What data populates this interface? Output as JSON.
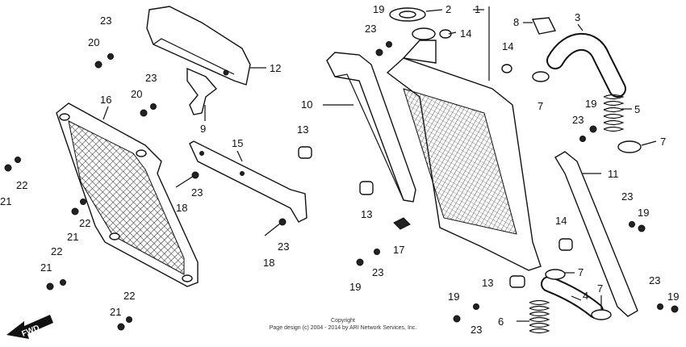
{
  "diagram": {
    "callouts": [
      {
        "id": "c1",
        "text": "1"
      },
      {
        "id": "c2",
        "text": "2"
      },
      {
        "id": "c3",
        "text": "3"
      },
      {
        "id": "c4",
        "text": "4"
      },
      {
        "id": "c5",
        "text": "5"
      },
      {
        "id": "c6",
        "text": "6"
      },
      {
        "id": "c7a",
        "text": "7"
      },
      {
        "id": "c7b",
        "text": "7"
      },
      {
        "id": "c7c",
        "text": "7"
      },
      {
        "id": "c7d",
        "text": "7"
      },
      {
        "id": "c8",
        "text": "8"
      },
      {
        "id": "c9",
        "text": "9"
      },
      {
        "id": "c10",
        "text": "10"
      },
      {
        "id": "c11",
        "text": "11"
      },
      {
        "id": "c12",
        "text": "12"
      },
      {
        "id": "c13a",
        "text": "13"
      },
      {
        "id": "c13b",
        "text": "13"
      },
      {
        "id": "c13c",
        "text": "13"
      },
      {
        "id": "c14a",
        "text": "14"
      },
      {
        "id": "c14b",
        "text": "14"
      },
      {
        "id": "c14c",
        "text": "14"
      },
      {
        "id": "c15",
        "text": "15"
      },
      {
        "id": "c16",
        "text": "16"
      },
      {
        "id": "c17",
        "text": "17"
      },
      {
        "id": "c18a",
        "text": "18"
      },
      {
        "id": "c18b",
        "text": "18"
      },
      {
        "id": "c19a",
        "text": "19"
      },
      {
        "id": "c19b",
        "text": "19"
      },
      {
        "id": "c19c",
        "text": "19"
      },
      {
        "id": "c19d",
        "text": "19"
      },
      {
        "id": "c19e",
        "text": "19"
      },
      {
        "id": "c19f",
        "text": "19"
      },
      {
        "id": "c20a",
        "text": "20"
      },
      {
        "id": "c20b",
        "text": "20"
      },
      {
        "id": "c21a",
        "text": "21"
      },
      {
        "id": "c21b",
        "text": "21"
      },
      {
        "id": "c21c",
        "text": "21"
      },
      {
        "id": "c21d",
        "text": "21"
      },
      {
        "id": "c22a",
        "text": "22"
      },
      {
        "id": "c22b",
        "text": "22"
      },
      {
        "id": "c22c",
        "text": "22"
      },
      {
        "id": "c22d",
        "text": "22"
      },
      {
        "id": "c23a",
        "text": "23"
      },
      {
        "id": "c23b",
        "text": "23"
      },
      {
        "id": "c23c",
        "text": "23"
      },
      {
        "id": "c23d",
        "text": "23"
      },
      {
        "id": "c23e",
        "text": "23"
      },
      {
        "id": "c23f",
        "text": "23"
      },
      {
        "id": "c23g",
        "text": "23"
      },
      {
        "id": "c23h",
        "text": "23"
      },
      {
        "id": "c23i",
        "text": "23"
      },
      {
        "id": "c23j",
        "text": "23"
      }
    ],
    "fwd_label": "FWD",
    "copyright_line1": "Copyright",
    "copyright_line2": "Page design (c) 2004 - 2014 by ARI Network Services, Inc."
  }
}
